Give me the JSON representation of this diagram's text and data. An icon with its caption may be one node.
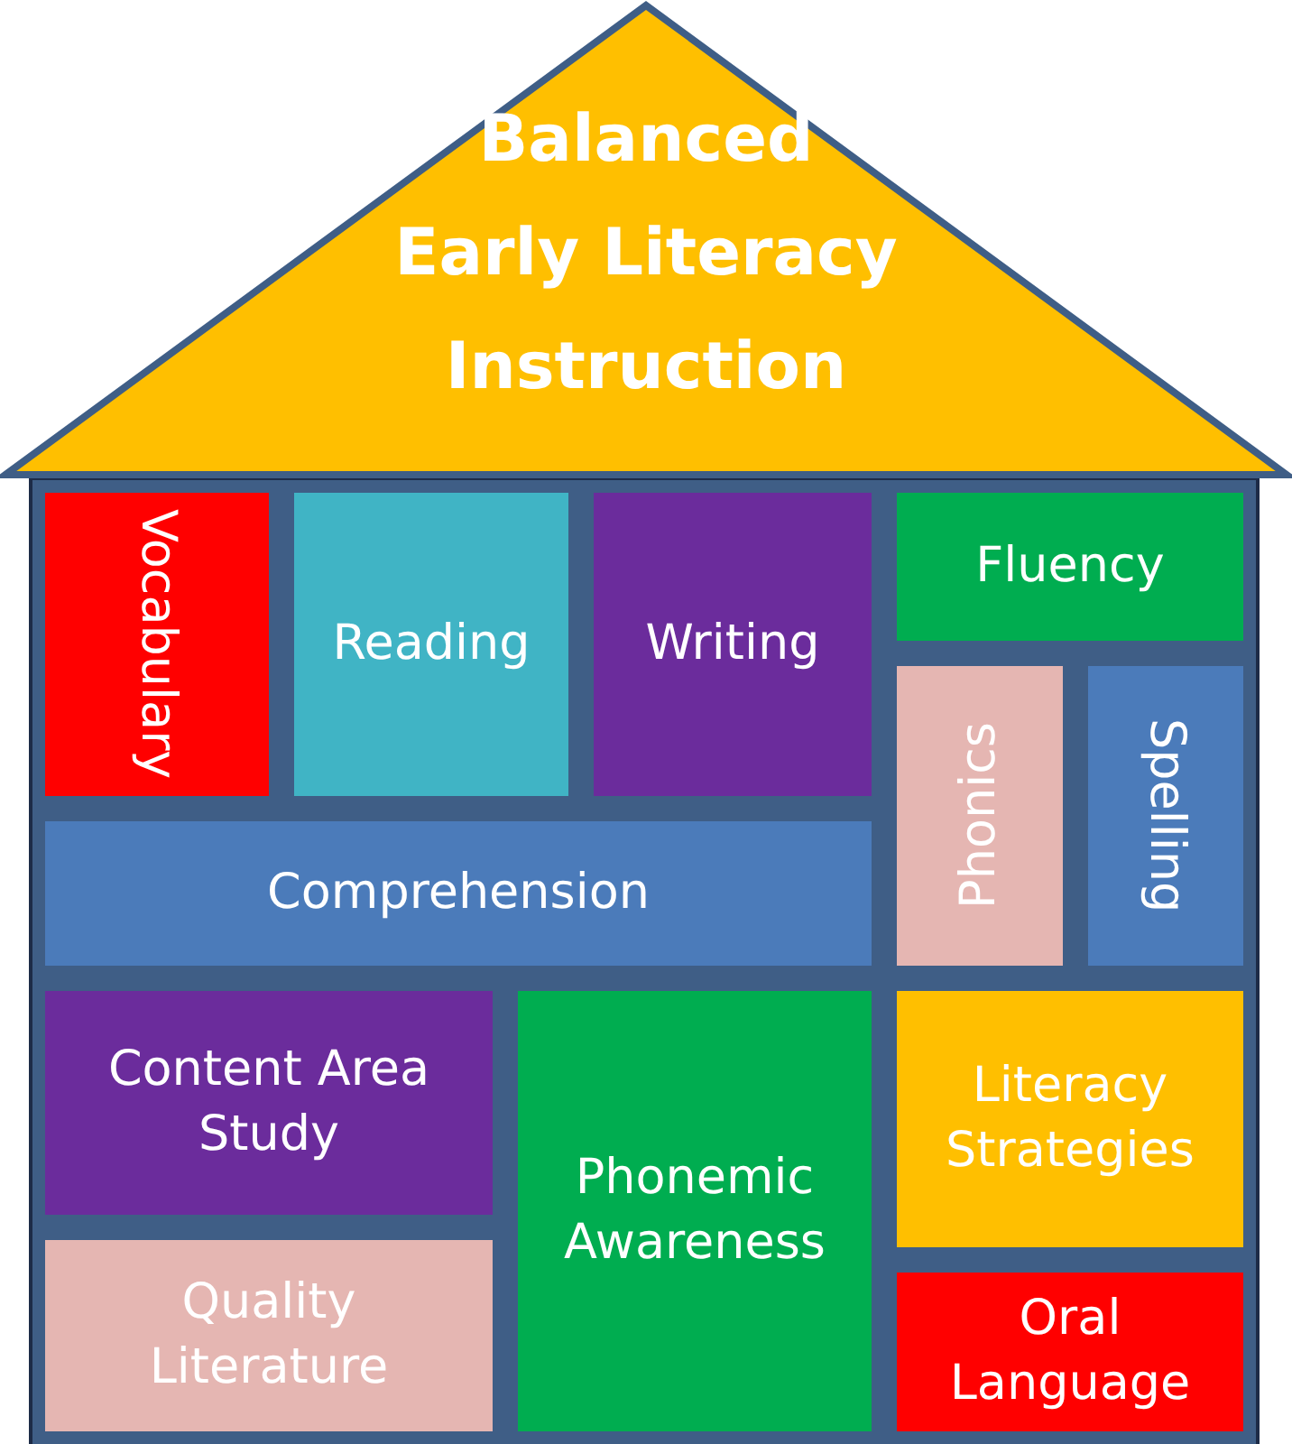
{
  "diagram": {
    "nodes": [
      {
        "text": [
          "Balanced Early Literacy Instruction"
        ]
      },
      {
        "text": [
          "Vocabulary"
        ]
      },
      {
        "text": [
          "Reading"
        ]
      },
      {
        "text": [
          "Writing"
        ]
      },
      {
        "text": [
          "Fluency"
        ]
      },
      {
        "text": [
          "Phonics"
        ]
      },
      {
        "text": [
          "Spelling"
        ]
      },
      {
        "text": [
          "Comprehension"
        ]
      },
      {
        "text": [
          "Content Area Study"
        ]
      },
      {
        "text": [
          "Phonemic Awareness"
        ]
      },
      {
        "text": [
          "Literacy Strategies"
        ]
      },
      {
        "text": [
          "Quality Literature"
        ]
      },
      {
        "text": [
          "Oral Language"
        ]
      }
    ]
  }
}
